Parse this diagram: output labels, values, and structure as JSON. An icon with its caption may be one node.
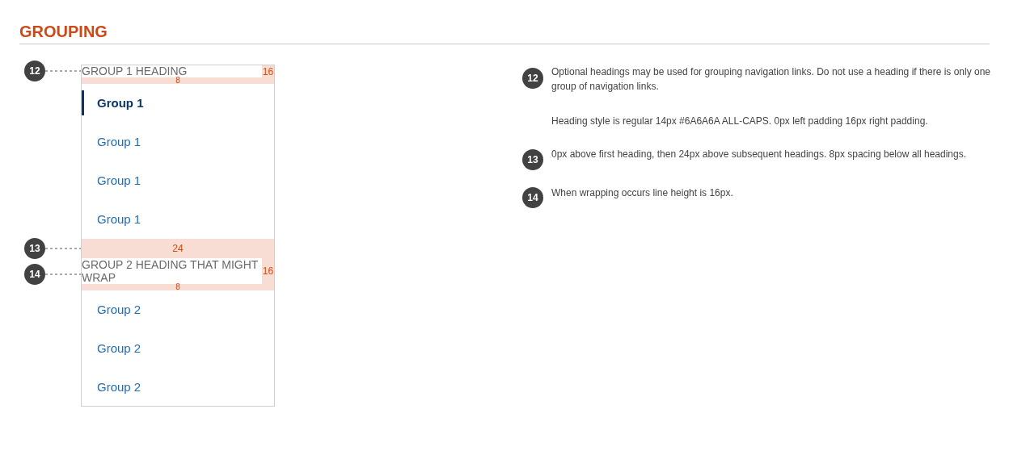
{
  "diagram": {
    "title": "GROUPING",
    "nodes": [
      {
        "text": [],
        "shape": "box"
      },
      {
        "text": [
          "GROUP 1 HEADING"
        ],
        "in": 0
      },
      {
        "text": [
          "Group 1"
        ],
        "in": 0
      },
      {
        "text": [
          "Group 1"
        ],
        "in": 0
      },
      {
        "text": [
          "Group 1"
        ],
        "in": 0
      },
      {
        "text": [
          "Group 1"
        ],
        "in": 0
      },
      {
        "text": [
          "24"
        ],
        "in": 0
      },
      {
        "text": [
          "GROUP 2 HEADING THAT MIGHT WRAP"
        ],
        "in": 0
      },
      {
        "text": [
          "Group 2"
        ],
        "in": 0
      },
      {
        "text": [
          "Group 2"
        ],
        "in": 0
      },
      {
        "text": [
          "Group 2"
        ],
        "in": 0
      },
      {
        "text": [
          "12"
        ]
      },
      {
        "text": [
          "13"
        ]
      },
      {
        "text": [
          "14"
        ]
      },
      {
        "text": [
          "12"
        ],
        "beside": [
          "Optional headings may be used for grouping navigation links. Do not use a heading if there is only one group of navigation links.",
          "Heading style is regular 14px #6A6A6A ALL-CAPS. 0px left padding 16px right padding."
        ]
      },
      {
        "text": [
          "13"
        ],
        "beside": [
          "0px above first heading, then 24px above subsequent headings. 8px spacing below all headings."
        ]
      },
      {
        "text": [
          "14"
        ],
        "beside": [
          "When wrapping occurs line height is 16px."
        ]
      }
    ],
    "edges": [
      {
        "from": 11,
        "to": 1,
        "arrow": "none",
        "style": "dashed"
      },
      {
        "from": 12,
        "to": 6,
        "arrow": "none",
        "style": "dashed"
      },
      {
        "from": 13,
        "to": 7,
        "arrow": "none",
        "style": "dashed"
      }
    ],
    "labels": [
      "16",
      "8",
      "16",
      "8"
    ]
  }
}
